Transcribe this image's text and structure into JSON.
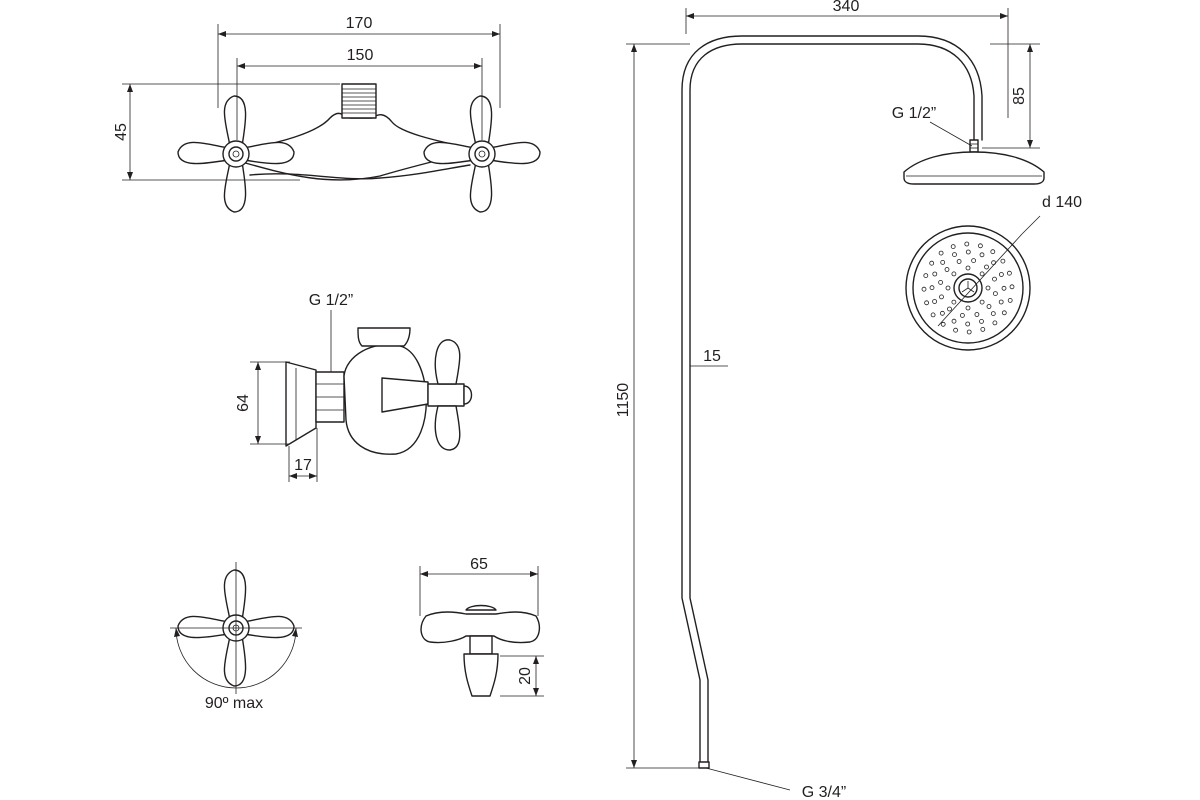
{
  "labels": {
    "mixer_width_outer": "170",
    "mixer_width_inner": "150",
    "mixer_height": "45",
    "valve_thread": "G 1/2”",
    "valve_height": "64",
    "valve_depth": "17",
    "handle_rotation": "90º max",
    "handle_width": "65",
    "handle_height": "20",
    "column_reach": "340",
    "head_drop": "85",
    "head_thread": "G 1/2”",
    "head_diameter": "d 140",
    "pipe_diameter": "15",
    "column_height": "1150",
    "inlet_thread": "G 3/4”"
  },
  "colors": {
    "line": "#231f20",
    "background": "#ffffff"
  }
}
